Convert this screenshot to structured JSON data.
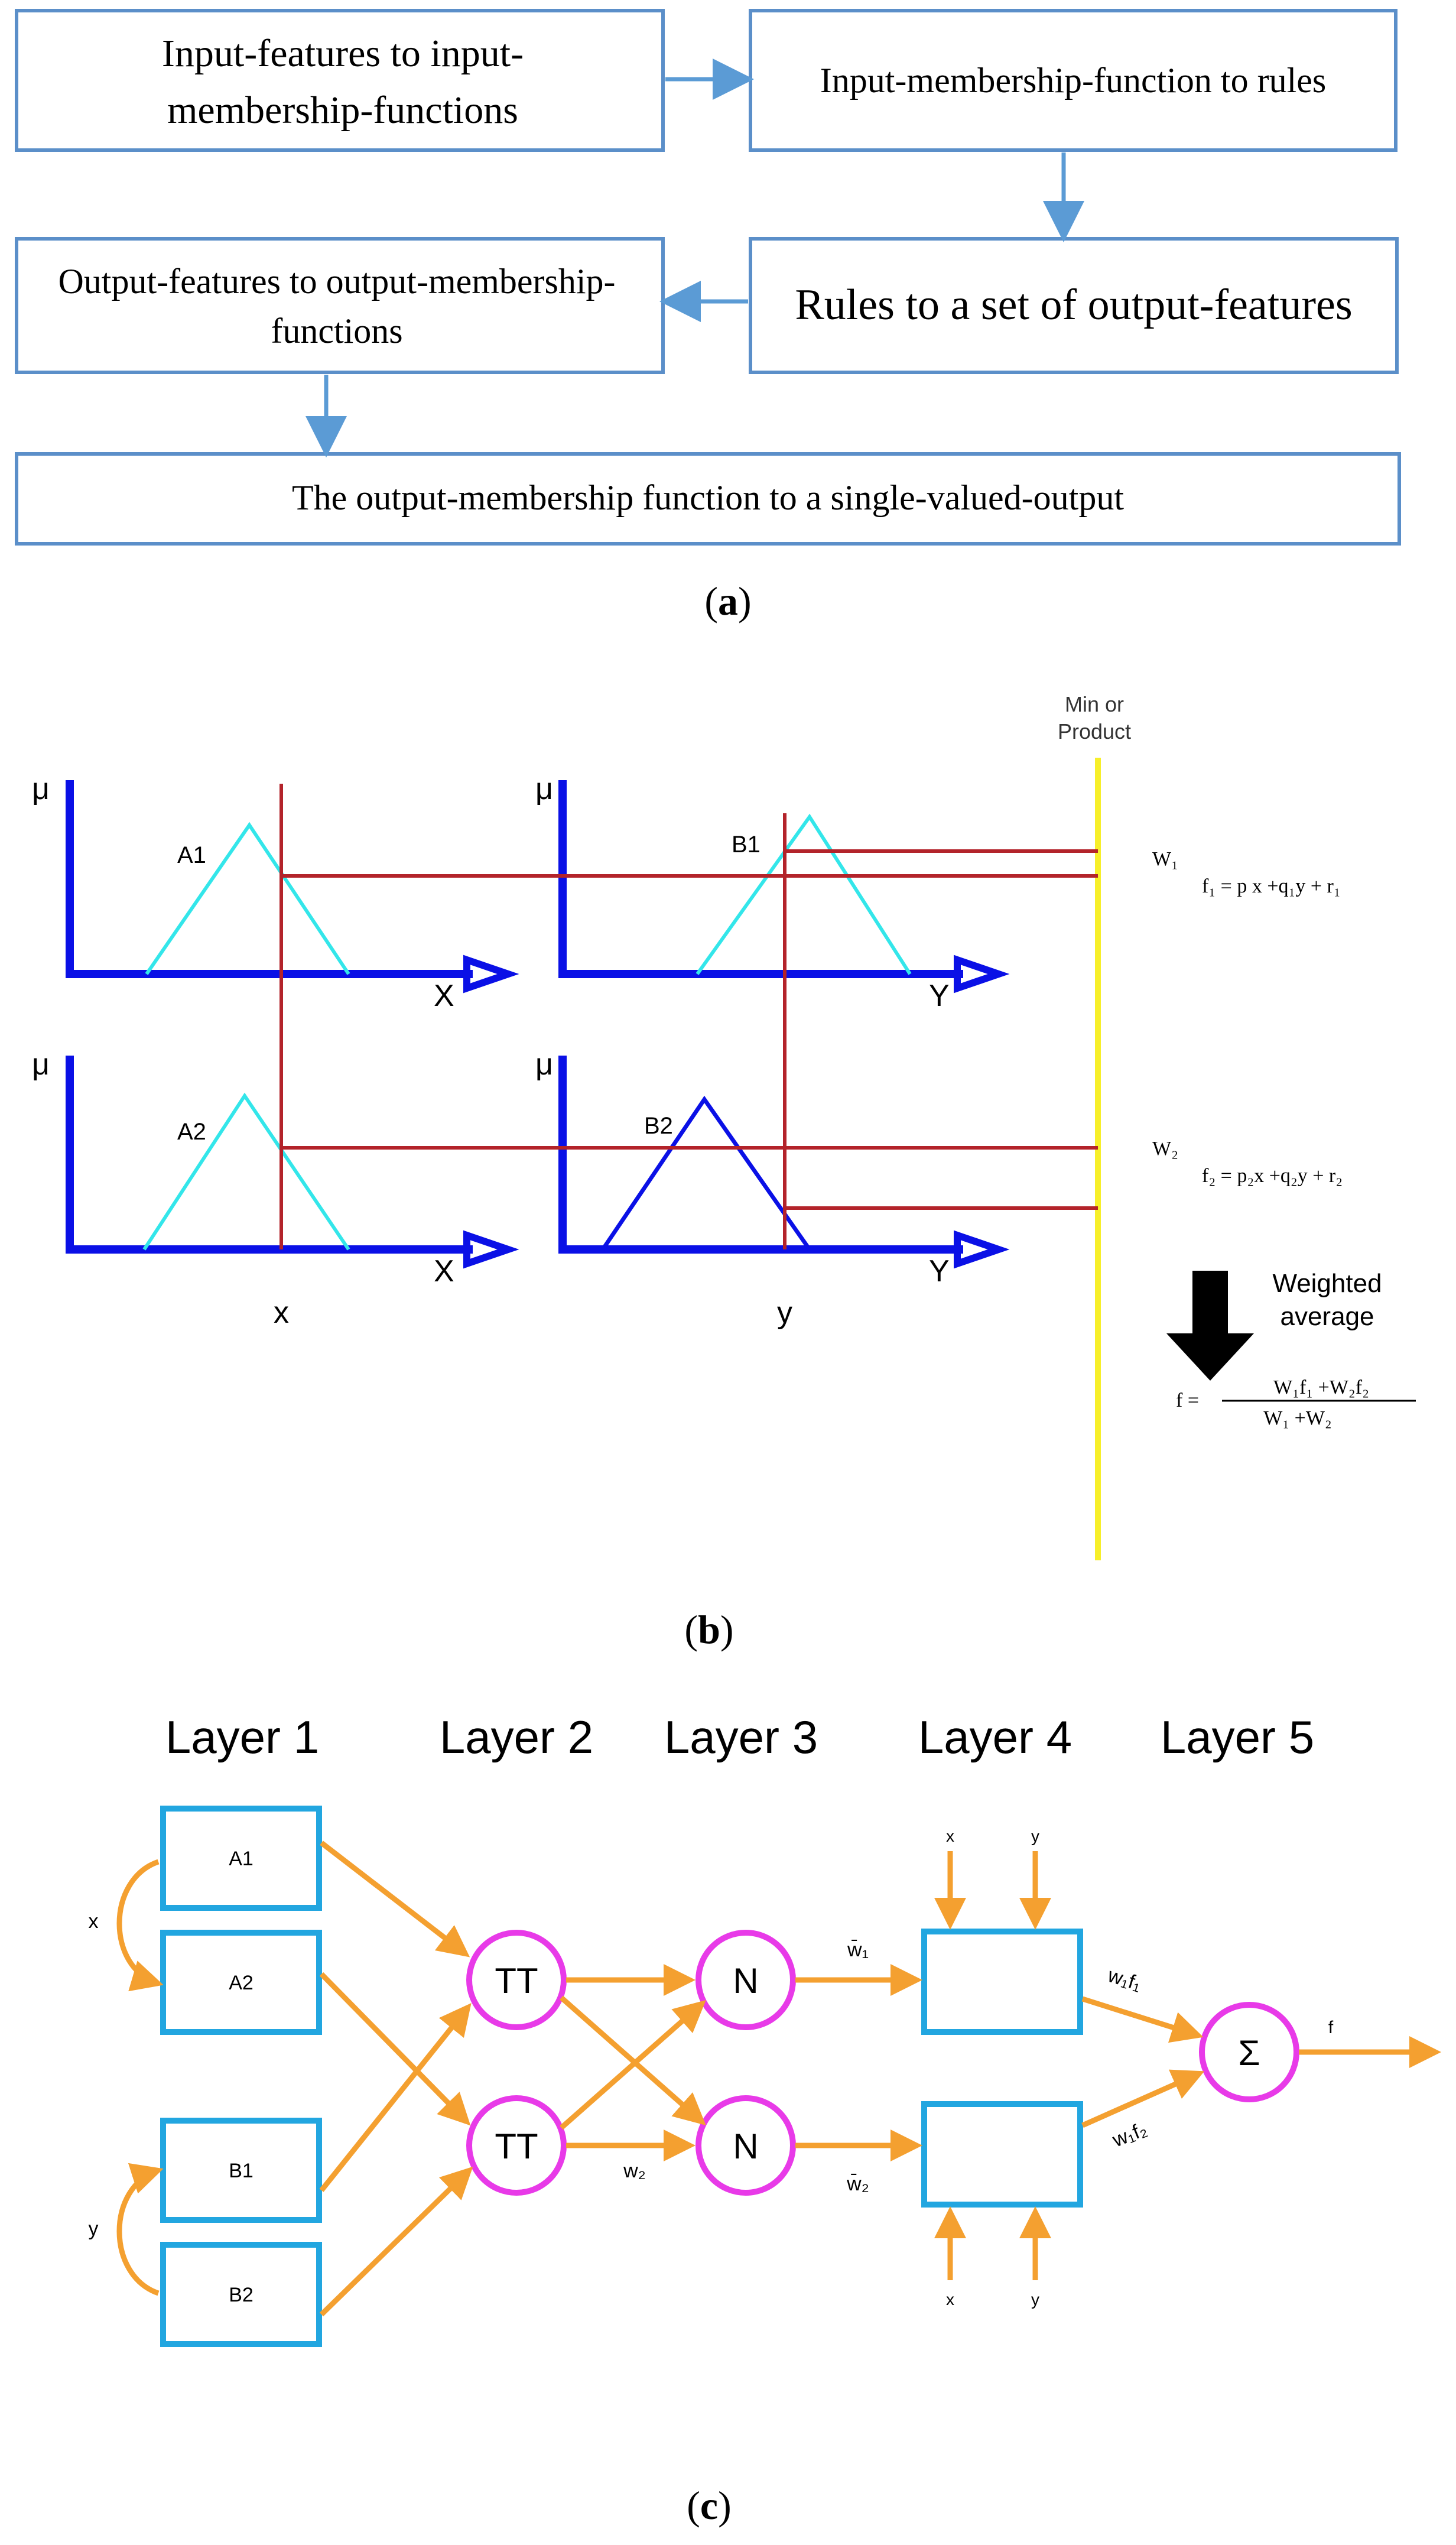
{
  "panel_a": {
    "box1": [
      "Input-features to input-",
      "membership-functions"
    ],
    "box2": "Input-membership-function to rules",
    "box3": "Rules to a set of output-features",
    "box4": [
      "Output-features to output-membership-",
      "functions"
    ],
    "box5": "The output-membership function to a single-valued-output",
    "caption_open": "(",
    "caption_letter": "a",
    "caption_close": ")"
  },
  "panel_b": {
    "min_product": [
      "Min or",
      "Product"
    ],
    "mu": "μ",
    "A1": "A1",
    "A2": "A2",
    "B1": "B1",
    "B2": "B2",
    "X": "X",
    "Y": "Y",
    "x": "x",
    "y": "y",
    "W1": "W₁",
    "f1": "f₁ = p x +q₁y + r₁",
    "W2": "W₂",
    "f2": "f₂ = p₂x +q₂y + r₂",
    "weighted_average": [
      "Weighted",
      "average"
    ],
    "f_lhs": "f =",
    "f_num": "W₁f₁ +W₂f₂",
    "f_den": "W₁ +W₂",
    "caption_open": "(",
    "caption_letter": "b",
    "caption_close": ")"
  },
  "panel_c": {
    "layers": [
      "Layer 1",
      "Layer 2",
      "Layer 3",
      "Layer 4",
      "Layer 5"
    ],
    "A1": "A1",
    "A2": "A2",
    "B1": "B1",
    "B2": "B2",
    "x": "x",
    "y": "y",
    "TT": "TT",
    "N": "N",
    "w2": "w₂",
    "w1_bar": "w̄₁",
    "w2_bar": "w̄₂",
    "w1f1": "w₁f₁",
    "w1f2": "w₁f₂",
    "sigma": "Σ",
    "f": "f",
    "caption_open": "(",
    "caption_letter": "c",
    "caption_close": ")"
  },
  "colors": {
    "box_border_a": "#5b8fc9",
    "arrow_a": "#5b9bd5",
    "axis_blue": "#0a10e6",
    "triangle_cyan": "#33e6ea",
    "triangle_blue": "#0a10e6",
    "red_line": "#b3232a",
    "yellow_line": "#f7ef2a",
    "box_cyan": "#22a6e0",
    "circle_magenta": "#e83ae8",
    "arrow_orange": "#f4a030"
  }
}
